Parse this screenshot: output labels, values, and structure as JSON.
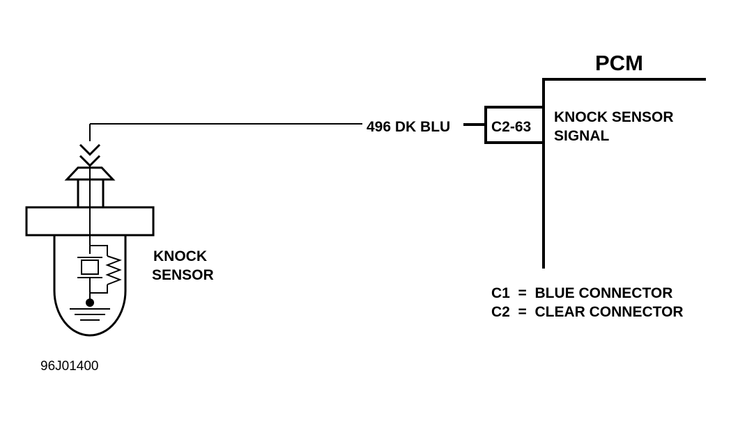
{
  "pcm": {
    "title": "PCM",
    "connector_pin": "C2-63",
    "signal_line1": "KNOCK SENSOR",
    "signal_line2": "SIGNAL"
  },
  "wire": {
    "label": "496 DK BLU"
  },
  "sensor": {
    "label_line1": "KNOCK",
    "label_line2": "SENSOR"
  },
  "legend": {
    "c1": "C1  =  BLUE CONNECTOR",
    "c2": "C2  =  CLEAR CONNECTOR"
  },
  "figure_id": "96J01400"
}
